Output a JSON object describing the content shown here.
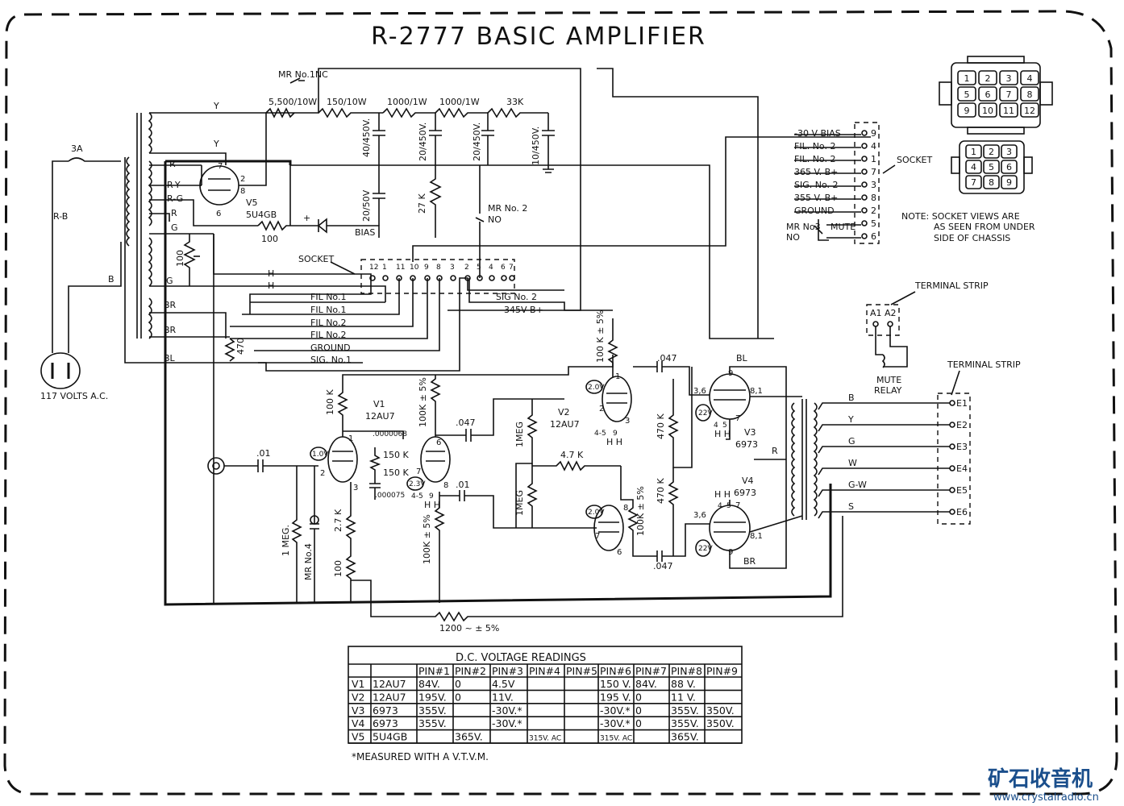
{
  "title": "R-2777 BASIC AMPLIFIER",
  "power": {
    "mains": "117 VOLTS A.C.",
    "fuse": "3A",
    "primary_lead": "R-B",
    "lead_b": "B",
    "rect_label": "V5",
    "rect_tube": "5U4GB",
    "leads": [
      "Y",
      "Y",
      "R",
      "R-Y",
      "R-G",
      "R",
      "G",
      "G",
      "BR",
      "BR",
      "BL"
    ],
    "r_100_bias": "100",
    "bias": "BIAS",
    "r_hum": "100",
    "r_470": "470",
    "heater_h": "H"
  },
  "supply": {
    "mr1": "MR No.1NC",
    "r1": "5,500/10W",
    "r2": "150/10W",
    "r3": "1000/1W",
    "r4": "1000/1W",
    "r5": "33K",
    "c1": "40/450V.",
    "c2": "20/450V.",
    "c3": "20/450V.",
    "c4": "10/450V.",
    "c5": "20/50V",
    "r27k": "27 K",
    "mr2a": "MR No. 2",
    "mr2b": "NO",
    "diode_plus": "+"
  },
  "socket12": {
    "label": "SOCKET",
    "pins": [
      "12",
      "1",
      "11",
      "10",
      "9",
      "8",
      "3",
      "2",
      "5",
      "4",
      "6",
      "7"
    ],
    "wires": [
      "FIL No.1",
      "FIL No.1",
      "FIL No.2",
      "FIL No.2",
      "GROUND",
      "SIG. No.1",
      "SIG No. 2",
      "345V B+"
    ]
  },
  "socket9": {
    "label": "SOCKET",
    "rows": [
      {
        "name": "-30 V BIAS",
        "pin": "9"
      },
      {
        "name": "FIL. No. 2",
        "pin": "4"
      },
      {
        "name": "FIL. No. 2",
        "pin": "1"
      },
      {
        "name": "365 V. B+",
        "pin": "7"
      },
      {
        "name": "SIG. No. 2",
        "pin": "3"
      },
      {
        "name": "355 V. B+",
        "pin": "8"
      },
      {
        "name": "GROUND",
        "pin": "2"
      },
      {
        "name": "",
        "pin": "5"
      },
      {
        "name": "",
        "pin": "6"
      }
    ],
    "mr3a": "MR No3",
    "mr3b": "NO",
    "mute": "MUTE"
  },
  "views": {
    "grid12": [
      "1",
      "2",
      "3",
      "4",
      "5",
      "6",
      "7",
      "8",
      "9",
      "10",
      "11",
      "12"
    ],
    "grid9": [
      "1",
      "2",
      "3",
      "4",
      "5",
      "6",
      "7",
      "8",
      "9"
    ],
    "note1": "NOTE: SOCKET VIEWS ARE",
    "note2": "AS SEEN FROM UNDER",
    "note3": "SIDE OF CHASSIS"
  },
  "terminal_a": {
    "label": "TERMINAL STRIP",
    "a1": "A1",
    "a2": "A2",
    "relay1": "MUTE",
    "relay2": "RELAY"
  },
  "terminal_e": {
    "label": "TERMINAL STRIP",
    "leads": [
      "B",
      "Y",
      "G",
      "W",
      "G-W",
      "S"
    ],
    "terms": [
      "E1",
      "E2",
      "E3",
      "E4",
      "E5",
      "E6"
    ]
  },
  "amp": {
    "v1": "V1",
    "v1t": "12AU7",
    "v2": "V2",
    "v2t": "12AU7",
    "v3": "V3",
    "v3t": "6973",
    "v4": "V4",
    "v4t": "6973",
    "r100k": "100 K",
    "r100k5a": "100K ± 5%",
    "r100k5b": "100K ± 5%",
    "r100k5c": "100 K ± 5%",
    "r100k5d": "100K ± 5%",
    "c01a": ".01",
    "c01b": ".01",
    "c047a": ".047",
    "c047b": ".047",
    "c047c": ".047",
    "c000068": ".0000068",
    "c000075": ".000075",
    "r150ka": "150 K",
    "r150kb": "150 K",
    "r1meg_a": "1MEG",
    "r1meg_b": "1MEG",
    "r1meg_c": "1 MEG.",
    "r47k": "4.7 K",
    "r27k": "2.7 K",
    "r100": "100",
    "r470ka": "470 K",
    "r470kb": "470 K",
    "mr4": "MR No.4",
    "fb": "1200 ~ ± 5%",
    "v10": "1.0V",
    "v23": "2.3V",
    "v20a": "2.0V",
    "v20b": "2.0V",
    "v22a": "22V",
    "v22b": "22V",
    "pins_v1": [
      "1",
      "2",
      "3",
      "6",
      "7",
      "8",
      "4-5",
      "9"
    ],
    "pins_v2": [
      "1",
      "2",
      "3",
      "8",
      "7",
      "6",
      "4-5",
      "9"
    ],
    "pins_v3": [
      "9",
      "3,6",
      "8,1",
      "7",
      "4",
      "5"
    ],
    "pins_v4": [
      "7",
      "3,6",
      "8,1",
      "9",
      "4",
      "5"
    ],
    "hh": "H H",
    "bl": "BL",
    "br": "BR",
    "r_ct": "R"
  },
  "table": {
    "title": "D.C. VOLTAGE READINGS",
    "headers": [
      "PIN#1",
      "PIN#2",
      "PIN#3",
      "PIN#4",
      "PIN#5",
      "PIN#6",
      "PIN#7",
      "PIN#8",
      "PIN#9"
    ],
    "rows": [
      {
        "tube": "V1",
        "type": "12AU7",
        "cells": [
          "84V.",
          "0",
          "4.5V",
          "",
          "",
          "150 V.",
          "84V.",
          "88 V.",
          ""
        ]
      },
      {
        "tube": "V2",
        "type": "12AU7",
        "cells": [
          "195V.",
          "0",
          "11V.",
          "",
          "",
          "195 V.",
          "0",
          "11 V.",
          ""
        ]
      },
      {
        "tube": "V3",
        "type": "6973",
        "cells": [
          "355V.",
          "",
          "-30V.*",
          "",
          "",
          "-30V.*",
          "0",
          "355V.",
          "350V."
        ]
      },
      {
        "tube": "V4",
        "type": "6973",
        "cells": [
          "355V.",
          "",
          "-30V.*",
          "",
          "",
          "-30V.*",
          "0",
          "355V.",
          "350V."
        ]
      },
      {
        "tube": "V5",
        "type": "5U4GB",
        "cells": [
          "",
          "365V.",
          "",
          "315V. AC",
          "",
          "315V. AC",
          "",
          "365V.",
          ""
        ]
      }
    ],
    "footnote": "*MEASURED WITH A V.T.V.M."
  },
  "watermark": {
    "cn": "矿石收音机",
    "url": "www.crystalradio.cn"
  }
}
